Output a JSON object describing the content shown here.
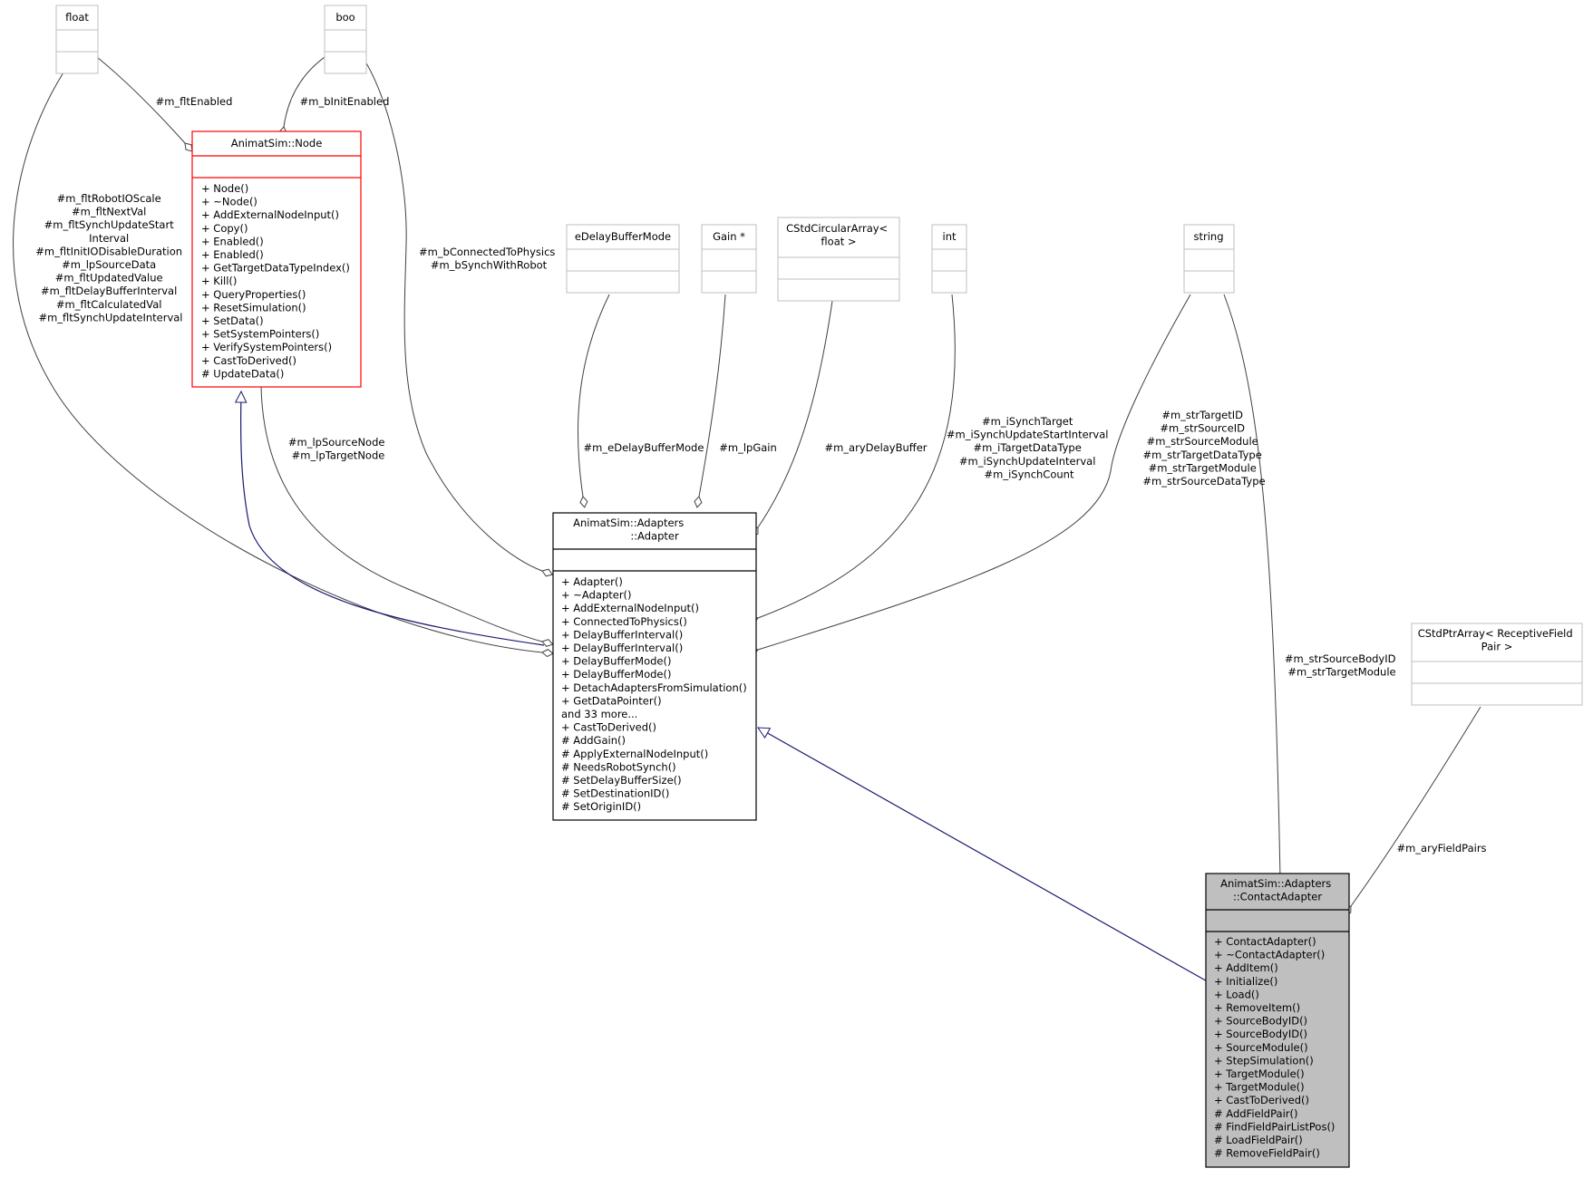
{
  "classes": {
    "float": {
      "name": "float"
    },
    "boo": {
      "name": "boo"
    },
    "node": {
      "name": "AnimatSim::Node",
      "methods": [
        "+ Node()",
        "+ ~Node()",
        "+ AddExternalNodeInput()",
        "+ Copy()",
        "+ Enabled()",
        "+ Enabled()",
        "+ GetTargetDataTypeIndex()",
        "+ Kill()",
        "+ QueryProperties()",
        "+ ResetSimulation()",
        "+ SetData()",
        "+ SetSystemPointers()",
        "+ VerifySystemPointers()",
        "+ CastToDerived()",
        "# UpdateData()"
      ]
    },
    "edelay": {
      "name": "eDelayBufferMode"
    },
    "gain": {
      "name": "Gain *"
    },
    "cstdcirc": {
      "name_lines": [
        "CStdCircularArray<",
        "float >"
      ]
    },
    "int": {
      "name": "int"
    },
    "string": {
      "name": "string"
    },
    "adapter": {
      "name_lines": [
        "AnimatSim::Adapters",
        "::Adapter"
      ],
      "methods": [
        "+ Adapter()",
        "+ ~Adapter()",
        "+ AddExternalNodeInput()",
        "+ ConnectedToPhysics()",
        "+ DelayBufferInterval()",
        "+ DelayBufferInterval()",
        "+ DelayBufferMode()",
        "+ DelayBufferMode()",
        "+ DetachAdaptersFromSimulation()",
        "+ GetDataPointer()",
        "and 33 more...",
        "+ CastToDerived()",
        "# AddGain()",
        "# ApplyExternalNodeInput()",
        "# NeedsRobotSynch()",
        "# SetDelayBufferSize()",
        "# SetDestinationID()",
        "# SetOriginID()"
      ]
    },
    "cstdptr": {
      "name_lines": [
        "CStdPtrArray< ReceptiveField",
        "Pair >"
      ]
    },
    "contact": {
      "name_lines": [
        "AnimatSim::Adapters",
        "::ContactAdapter"
      ],
      "methods": [
        "+ ContactAdapter()",
        "+ ~ContactAdapter()",
        "+ AddItem()",
        "+ Initialize()",
        "+ Load()",
        "+ RemoveItem()",
        "+ SourceBodyID()",
        "+ SourceBodyID()",
        "+ SourceModule()",
        "+ StepSimulation()",
        "+ TargetModule()",
        "+ TargetModule()",
        "+ CastToDerived()",
        "# AddFieldPair()",
        "# FindFieldPairListPos()",
        "# LoadFieldPair()",
        "# RemoveFieldPair()"
      ]
    }
  },
  "edge_labels": {
    "flt_enabled": [
      "#m_fltEnabled"
    ],
    "b_init_enabled": [
      "#m_bInitEnabled"
    ],
    "float_adapter": [
      "#m_fltRobotIOScale",
      "#m_fltNextVal",
      "#m_fltSynchUpdateStart",
      "Interval",
      "#m_fltInitIODisableDuration",
      "#m_lpSourceData",
      "#m_fltUpdatedValue",
      "#m_fltDelayBufferInterval",
      "#m_fltCalculatedVal",
      "#m_fltSynchUpdateInterval"
    ],
    "boo_adapter": [
      "#m_bConnectedToPhysics",
      "#m_bSynchWithRobot"
    ],
    "node_adapter": [
      "#m_lpSourceNode",
      "#m_lpTargetNode"
    ],
    "edelay_adapter": [
      "#m_eDelayBufferMode"
    ],
    "gain_adapter": [
      "#m_lpGain"
    ],
    "cstdcirc_adapter": [
      "#m_aryDelayBuffer"
    ],
    "int_adapter": [
      "#m_iSynchTarget",
      "#m_iSynchUpdateStartInterval",
      "#m_iTargetDataType",
      "#m_iSynchUpdateInterval",
      "#m_iSynchCount"
    ],
    "string_adapter": [
      "#m_strTargetID",
      "#m_strSourceID",
      "#m_strSourceModule",
      "#m_strTargetDataType",
      "#m_strTargetModule",
      "#m_strSourceDataType"
    ],
    "string_contact": [
      "#m_strSourceBodyID",
      "#m_strTargetModule"
    ],
    "cstdptr_contact": [
      "#m_aryFieldPairs"
    ]
  },
  "colors": {
    "node_border": "#ff0000",
    "inheritance": "#191970",
    "association": "#404040",
    "placeholder_border": "#bfbfbf",
    "highlight_fill": "#bfbfbf"
  }
}
